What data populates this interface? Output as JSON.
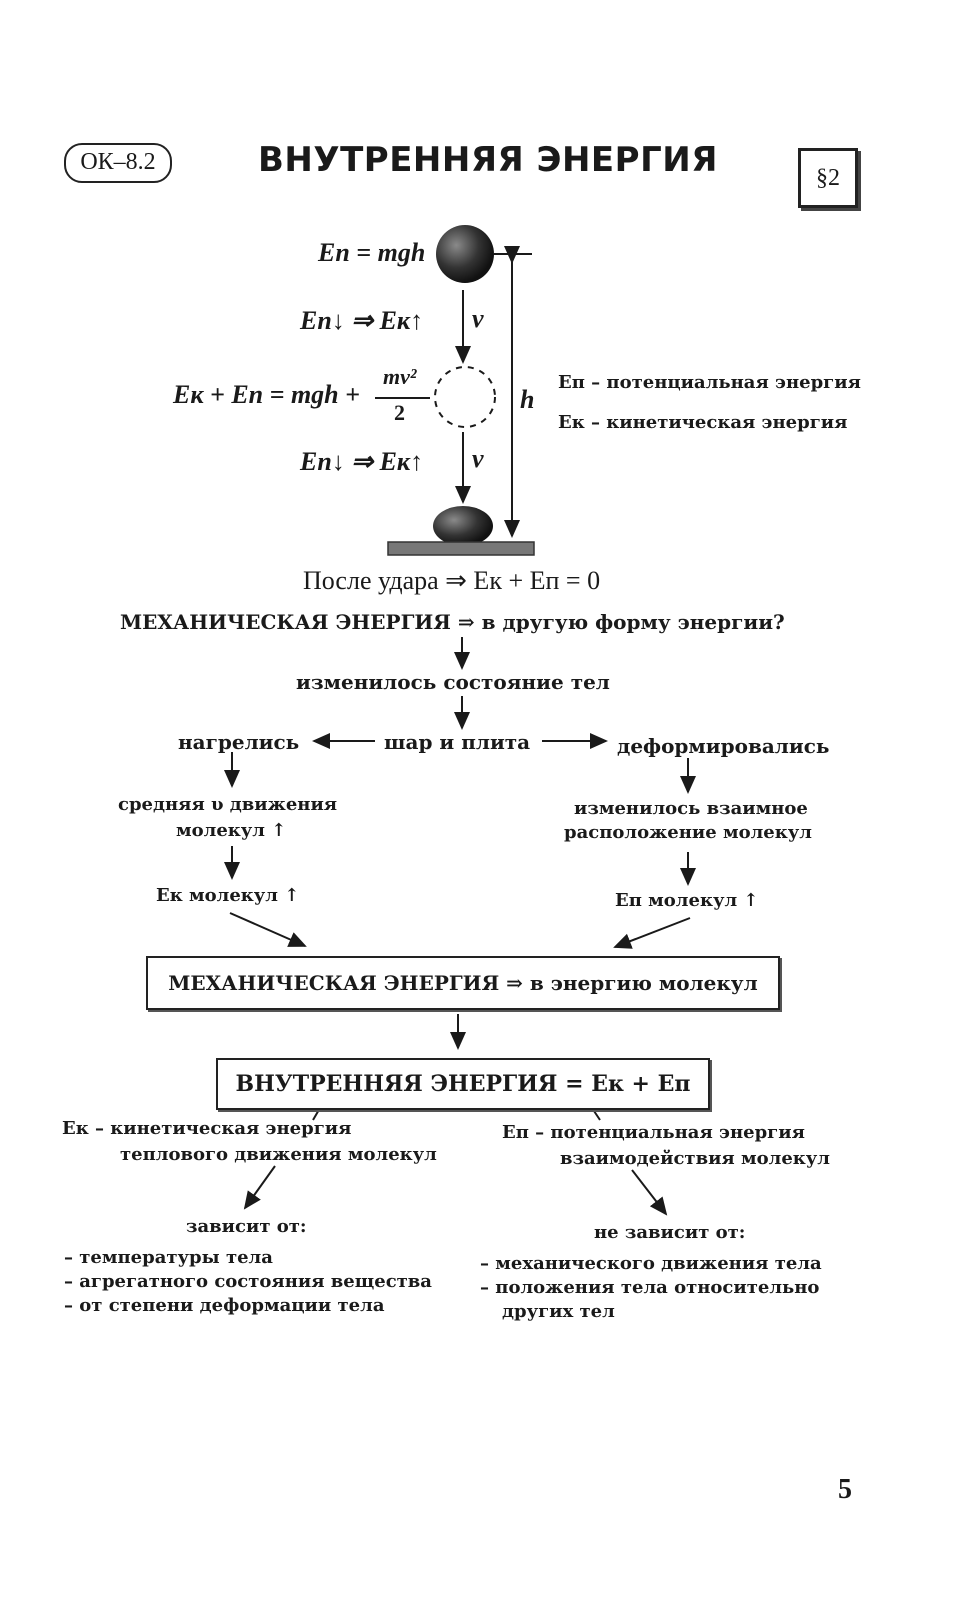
{
  "header": {
    "badge": "ОК–8.2",
    "title": "ВНУТРЕННЯЯ ЭНЕРГИЯ",
    "section": "§2"
  },
  "ball_diagram": {
    "ep_formula": "Eп = mgh",
    "transition_1": "Eп↓ ⇒ Eк↑",
    "velocity_1": "v⃗",
    "sum_formula_left": "Eк + Eп = mgh +",
    "fraction_num": "mv²",
    "fraction_den": "2",
    "height_label": "h",
    "transition_2": "Eп↓ ⇒ Eк↑",
    "velocity_2": "v⃗",
    "legend_ep": "Eп – потенциальная энергия",
    "legend_ek": "Eк – кинетическая энергия",
    "after_impact": "После удара  ⇒  Eк + Eп = 0"
  },
  "flow": {
    "question": "МЕХАНИЧЕСКАЯ ЭНЕРГИЯ ⇒ в другую форму энергии?",
    "state_changed": "изменилось состояние тел",
    "heated": "нагрелись",
    "ball_plate": "шар и плита",
    "deformed": "деформировались",
    "left_step1_line1": "средняя υ движения",
    "left_step1_line2": "молекул ↑",
    "left_step2": "Eк молекул ↑",
    "right_step1_line1": "изменилось взаимное",
    "right_step1_line2": "расположение молекул",
    "right_step2": "Eп молекул ↑",
    "box_mech": "МЕХАНИЧЕСКАЯ ЭНЕРГИЯ ⇒ в энергию молекул",
    "box_internal": "ВНУТРЕННЯЯ ЭНЕРГИЯ = Eк + Eп"
  },
  "left_branch": {
    "line1": "Eк – кинетическая энергия",
    "line2": "теплового движения молекул",
    "depends": "зависит от:",
    "items": [
      "– температуры тела",
      "– агрегатного состояния вещества",
      "– от степени деформации тела"
    ]
  },
  "right_branch": {
    "line1": "Eп – потенциальная энергия",
    "line2": "взаимодействия молекул",
    "not_depends": "не зависит от:",
    "items": [
      "– механического движения тела",
      "– положения тела относительно",
      "других тел"
    ]
  },
  "page_number": "5"
}
